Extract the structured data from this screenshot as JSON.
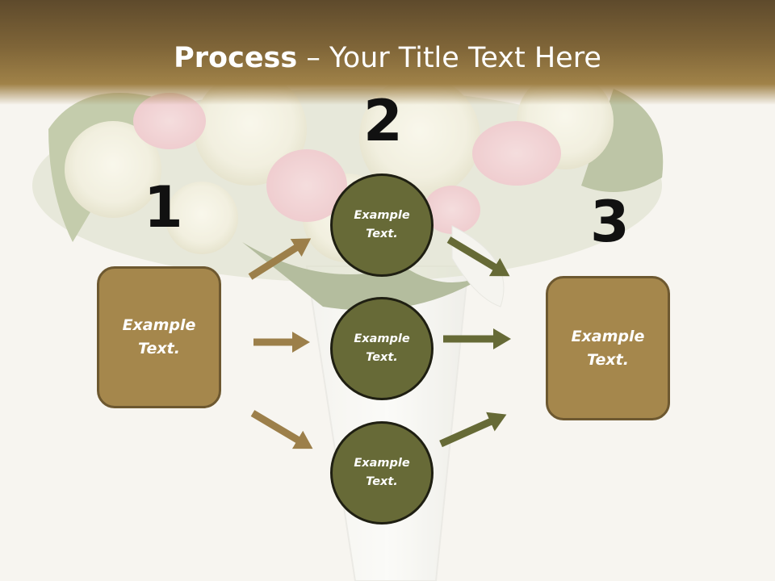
{
  "title": {
    "bold": "Process",
    "rest": " – Your Title Text Here"
  },
  "colors": {
    "header": "#8a6e3e",
    "box": "#a5874c",
    "circle": "#676a37",
    "arrow_left": "#9c7f4a",
    "arrow_right": "#666a36"
  },
  "steps": [
    {
      "number": "1"
    },
    {
      "number": "2"
    },
    {
      "number": "3"
    }
  ],
  "left_box": {
    "text": "Example\nText."
  },
  "right_box": {
    "text": "Example\nText."
  },
  "circles": [
    {
      "text": "Example\nText."
    },
    {
      "text": "Example\nText."
    },
    {
      "text": "Example\nText."
    }
  ]
}
